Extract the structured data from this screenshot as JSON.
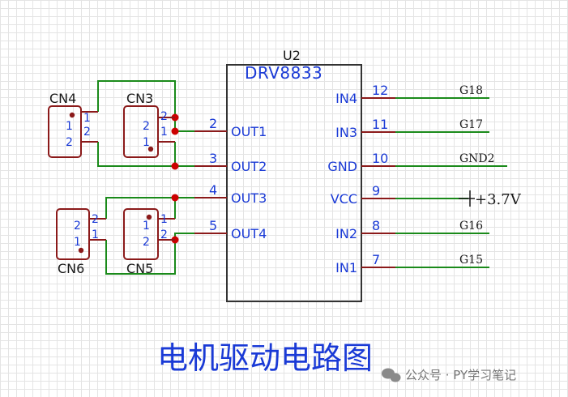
{
  "ic": {
    "ref": "U2",
    "name": "DRV8833",
    "left_pins": [
      {
        "num": "2",
        "name": "OUT1"
      },
      {
        "num": "3",
        "name": "OUT2"
      },
      {
        "num": "4",
        "name": "OUT3"
      },
      {
        "num": "5",
        "name": "OUT4"
      }
    ],
    "right_pins": [
      {
        "num": "12",
        "name": "IN4",
        "net": "G18"
      },
      {
        "num": "11",
        "name": "IN3",
        "net": "G17"
      },
      {
        "num": "10",
        "name": "GND",
        "net": "GND2"
      },
      {
        "num": "9",
        "name": "VCC",
        "net": "+3.7V"
      },
      {
        "num": "8",
        "name": "IN2",
        "net": "G16"
      },
      {
        "num": "7",
        "name": "IN1",
        "net": "G15"
      }
    ]
  },
  "connectors": {
    "CN4": {
      "label": "CN4",
      "inner": [
        "1",
        "2"
      ],
      "pins": [
        "1",
        "2"
      ]
    },
    "CN3": {
      "label": "CN3",
      "inner": [
        "2",
        "1"
      ],
      "pins": [
        "2",
        "1"
      ]
    },
    "CN6": {
      "label": "CN6",
      "inner": [
        "2",
        "1"
      ],
      "pins": [
        "2",
        "1"
      ]
    },
    "CN5": {
      "label": "CN5",
      "inner": [
        "1",
        "2"
      ],
      "pins": [
        "1",
        "2"
      ]
    }
  },
  "title": "电机驱动电路图",
  "watermark": "公众号 · PY学习笔记",
  "colors": {
    "wire": "#1a8a1a",
    "pin": "#8b1a1a",
    "junction": "#cc0000",
    "text_blue": "#1a3ad6"
  }
}
